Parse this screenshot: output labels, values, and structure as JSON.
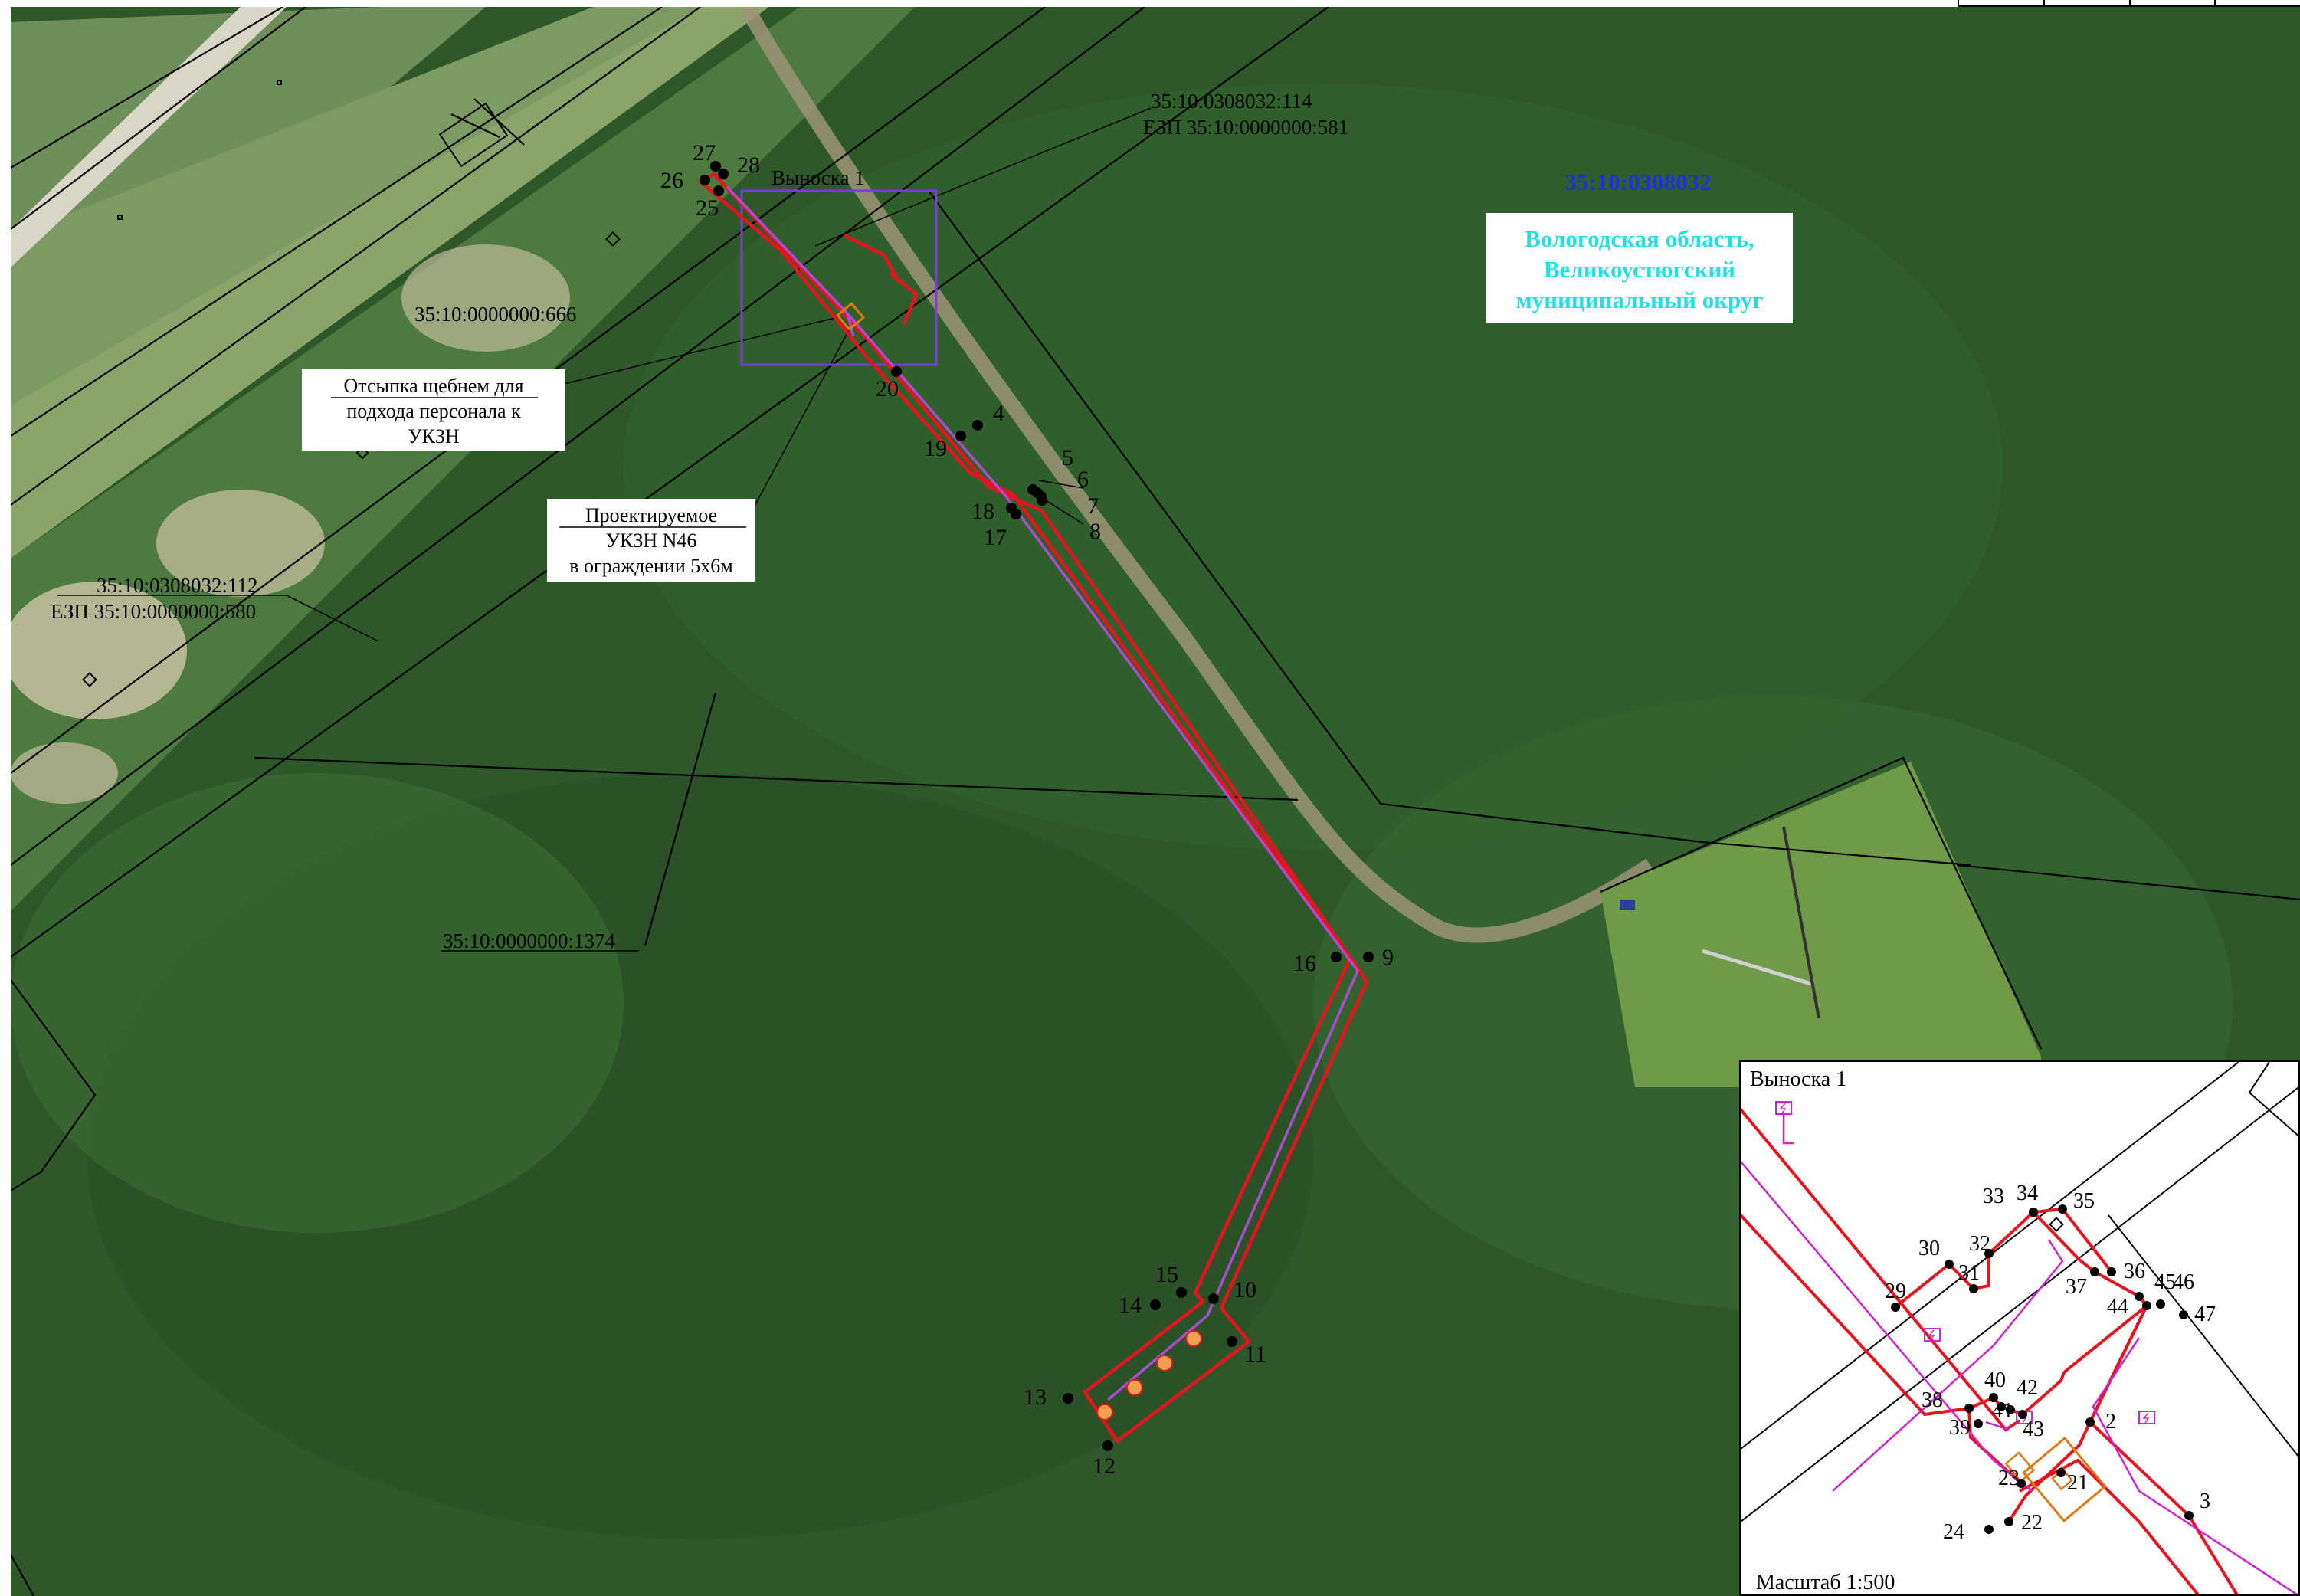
{
  "map": {
    "block_number": "35:10:0308032",
    "region_lines": [
      "Вологодская область,",
      "Великоустюгский",
      "муниципальный округ"
    ],
    "parcels": [
      {
        "l1": "35:10:0308032:114",
        "l2": "ЕЗП 35:10:0000000:581"
      },
      {
        "l1": "35:10:0000000:666"
      },
      {
        "l1": "35:10:0308032:112",
        "l2": "ЕЗП 35:10:0000000:580"
      },
      {
        "l1": "35:10:0000000:1374"
      }
    ],
    "callouts": {
      "gravel": [
        "Отсыпка щебнем для",
        "подхода персонала к",
        "УКЗН"
      ],
      "station": [
        "Проектируемое",
        "УКЗН N46",
        "в ограждении 5х6м"
      ]
    },
    "main_points": [
      "25",
      "26",
      "27",
      "28",
      "20",
      "4",
      "19",
      "5",
      "6",
      "7",
      "8",
      "18",
      "17",
      "16",
      "9",
      "15",
      "14",
      "10",
      "11",
      "13",
      "12"
    ],
    "inset_points": [
      "29",
      "30",
      "31",
      "32",
      "33",
      "34",
      "35",
      "36",
      "37",
      "45",
      "46",
      "47",
      "44",
      "38",
      "39",
      "40",
      "41",
      "42",
      "43",
      "2",
      "23",
      "21",
      "22",
      "24",
      "3"
    ]
  },
  "inset": {
    "title": "Выноска 1",
    "scale": "Масштаб 1:500"
  },
  "callout1_label": "Выноска 1",
  "colors": {
    "boundary": "#e6141e",
    "pipeline": "#d020d0",
    "station": "#e07a10",
    "block_text": "#1a2fe6",
    "region_text": "#1ee0e6",
    "callout_frame": "#7a3fd0"
  },
  "icons": [
    "lightning-icon",
    "anode-icon",
    "point-marker-icon"
  ]
}
